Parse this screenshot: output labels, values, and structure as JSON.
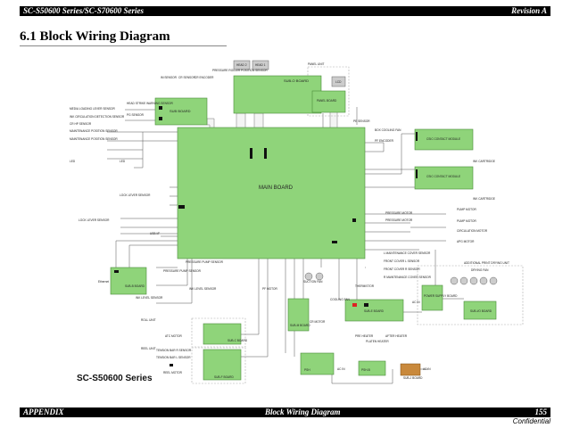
{
  "header": {
    "left": "SC-S50600 Series/SC-S70600 Series",
    "right": "Revision A"
  },
  "title": "6.1 Block Wiring Diagram",
  "footer": {
    "left": "APPENDIX",
    "center": "Block Wiring Diagram",
    "page": "155",
    "confidential": "Confidential"
  },
  "diagram": {
    "series_label": "SC-S50600 Series",
    "boards": {
      "main": "MAIN BOARD",
      "sub": "SUB BOARD",
      "sub_o": "SUB-O BOARD",
      "head2": "HEAD 2",
      "head1": "HEAD 1",
      "panel_unit": "PANEL UNIT",
      "panel_board": "PANEL BOARD",
      "lcd": "LCD",
      "csic_upper": "CSIC CONTACT MODULE",
      "csic_lower": "CSIC CONTACT MODULE",
      "sub_b": "SUB-B BOARD",
      "sub_c": "SUB-C BOARD",
      "sub_f": "SUB-F BOARD",
      "sub_m": "SUB-M BOARD",
      "sub_e": "SUB-E BOARD",
      "power_supply": "POWER SUPPLY BOARD",
      "sub_io": "SUB-I/O BOARD",
      "psh": "PSH",
      "psh_b": "PSH-B",
      "sub_j": "SUB-J BOARD"
    },
    "labels": {
      "im_sensor": "IM SENSOR",
      "cr_sensor": "CR SENSOR",
      "cr_encoder": "CR ENCODER",
      "pressure_roller_sensor": "PRESSURE ROLLER POSITION SENSOR",
      "head_strike_sensor": "HEAD STRIKE WARNING SENSOR",
      "pg_sensor": "PG SENSOR",
      "media_loading_sensor": "MEDIA LOADING LEVER SENSOR",
      "ink_circulation_sensor": "INK CIRCULATION DETECTION SENSOR",
      "cr_hp_sensor": "CR HP SENSOR",
      "maint_sensor_1": "MAINTENANCE POSITION SENSOR",
      "maint_sensor_2": "MAINTENANCE POSITION SENSOR",
      "led_1": "LED",
      "led_2": "LED",
      "lock_lever_sensor_1": "LOCK LEVER SENSOR",
      "lock_lever_sensor_2": "LOCK LEVER SENSOR",
      "usb": "USB I/F",
      "ethernet": "Ethernet",
      "pressure_pump_sensor_1": "PRESSURE PUMP SENSOR",
      "pressure_pump_sensor_2": "PRESSURE PUMP SENSOR",
      "ink_level_sensor_1": "INK LEVEL SENSOR",
      "ink_level_sensor_2": "INK LEVEL SENSOR",
      "pf_motor": "PF MOTOR",
      "roll_unit": "ROLL UNIT",
      "atc_motor": "ATC MOTOR",
      "reel_unit": "REEL UNIT",
      "tension_r_sensor": "TENSION BAR R SENSOR",
      "tension_l_sensor": "TENSION BAR L SENSOR",
      "reel_motor": "REEL MOTOR",
      "pe_sensor": "PE SENSOR",
      "box_cooling_fan": "BOX COOLING FAN",
      "pf_encoder": "PF ENCODER",
      "ink_cartridge_1": "INK CARTRIDGE",
      "ink_cartridge_2": "INK CARTRIDGE",
      "pressure_motor_1": "PRESSURE MOTOR",
      "pressure_motor_2": "PRESSURE MOTOR",
      "pump_motor_1": "PUMP MOTOR",
      "pump_motor_2": "PUMP MOTOR",
      "circulation_motor": "CIRCULATION MOTOR",
      "apg_motor": "APG MOTOR",
      "l_maint_cover": "L MAINTENANCE COVER SENSOR",
      "front_cover_l": "FRONT COVER L SENSOR",
      "front_cover_r": "FRONT COVER R SENSOR",
      "r_maint_cover": "R MAINTENANCE COVER SENSOR",
      "suction_fan": "SUCTION FAN",
      "thermistor": "THERMISTOR",
      "cooling_fan": "COOLING FAN",
      "cr_motor": "CR MOTOR",
      "pre_heater": "PRE HEATER",
      "platen_heater": "PLATEN HEATER",
      "after_heater": "AFTER HEATER",
      "additional_dryer": "ADDITIONAL PRINT DRYING UNIT",
      "drying_fan": "DRYING FAN",
      "ac_in_1": "AC IN",
      "ac_in_2": "AC IN",
      "ac_in_3": "AC IN"
    }
  }
}
